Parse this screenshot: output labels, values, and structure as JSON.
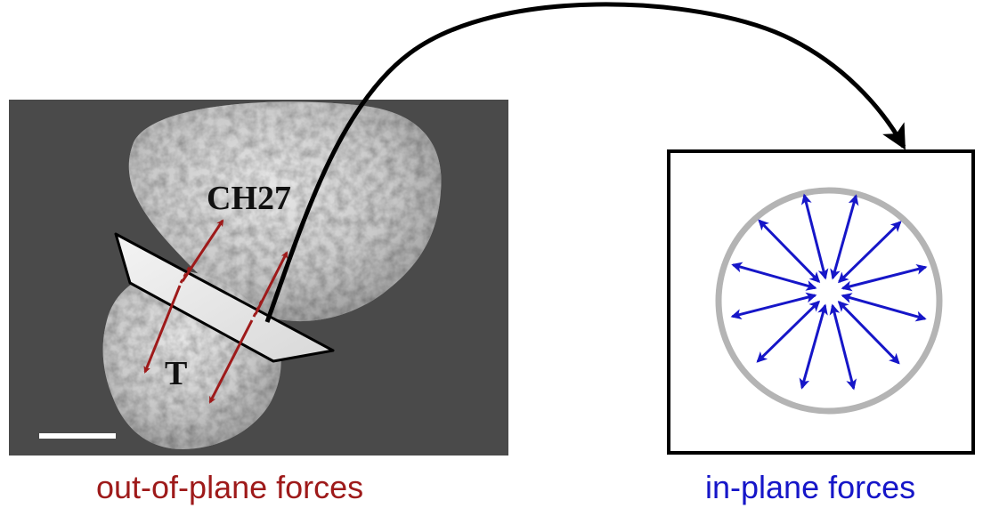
{
  "image_panel": {
    "cell_label": "CH27",
    "tcell_label": "T",
    "scale_bar": "white scale bar"
  },
  "schematic_panel": {
    "arrow_count": 12
  },
  "captions": {
    "left": "out-of-plane forces",
    "right": "in-plane forces"
  },
  "colors": {
    "out_of_plane": "#9e1a1a",
    "in_plane": "#1616c8",
    "ring": "#b4b4b4",
    "micrograph_bg": "#4a4a4a"
  }
}
